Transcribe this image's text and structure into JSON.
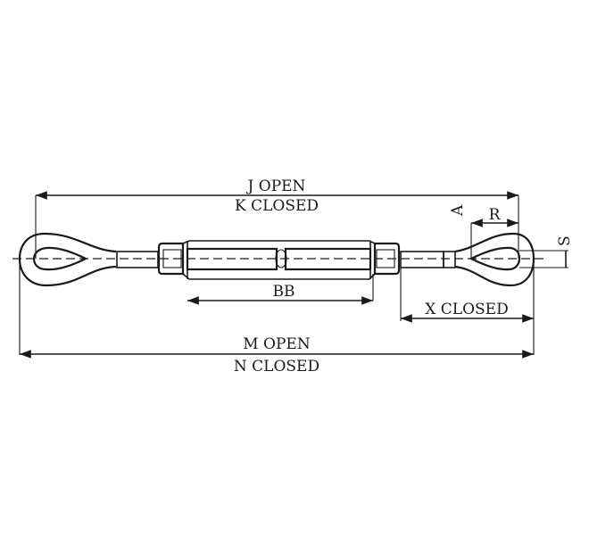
{
  "labels": {
    "j": "J OPEN",
    "k": "K CLOSED",
    "bb": "BB",
    "x": "X CLOSED",
    "m": "M OPEN",
    "n": "N CLOSED",
    "r": "R",
    "a": "A",
    "s": "S"
  },
  "colors": {
    "line": "#1a1a1a",
    "background": "#ffffff"
  }
}
